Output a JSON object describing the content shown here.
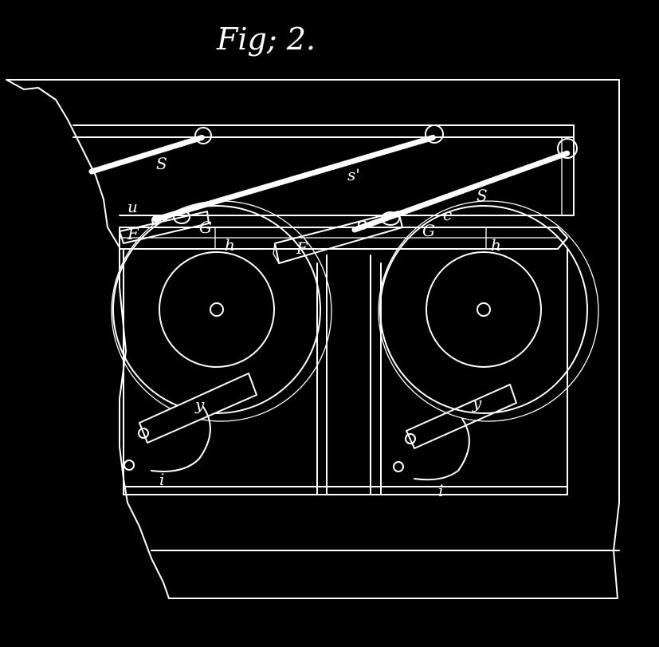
{
  "figure": {
    "title": "Fig; 2.",
    "labels": {
      "s_top_left": "S",
      "s_middle": "s'",
      "s_right": "S",
      "u_left": "u",
      "f_left": "F",
      "g_left": "G",
      "h_left": "h",
      "f_center": "F",
      "g_right": "G",
      "c_right": "c",
      "h_right": "h",
      "y_left": "y",
      "y_right": "y",
      "i_left": "i",
      "i_right": "i"
    },
    "colors": {
      "background": "#000000",
      "ink": "#ffffff"
    }
  }
}
